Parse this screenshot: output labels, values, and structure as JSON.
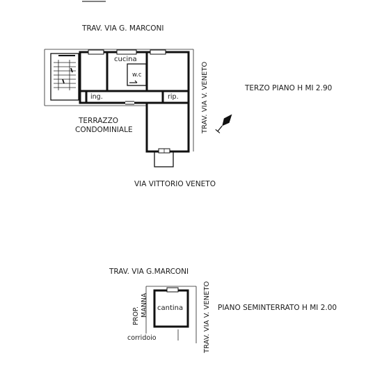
{
  "floor_third": {
    "street_top": "TRAV.  VIA  G. MARCONI",
    "street_right": "TRAV. VIA V. VENETO",
    "street_bottom": "VIA  VITTORIO  VENETO",
    "floor_label": "TERZO  PIANO  H  MI 2.90",
    "terrace_line1": "TERRAZZO",
    "terrace_line2": "CONDOMINIALE",
    "rooms": {
      "kitchen": "cucina",
      "wc": "w.c",
      "entrance": "ing.",
      "storage": "rip."
    }
  },
  "floor_basement": {
    "street_top": "TRAV. VIA G.MARCONI",
    "street_right": "TRAV. VIA V. VENETO",
    "neighbor_line1": "PROP.",
    "neighbor_line2": "MANNA",
    "room": "cantina",
    "corridor": "corridoio",
    "floor_label": "PIANO  SEMINTERRATO  H  MI 2.00"
  },
  "north_arrow": "north-arrow-icon"
}
